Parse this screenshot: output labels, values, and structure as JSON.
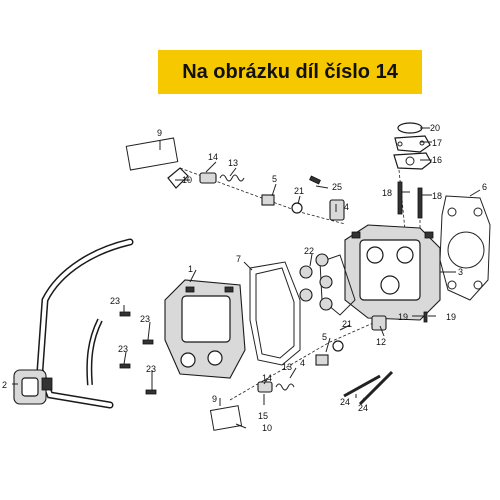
{
  "banner": {
    "text": "Na obrázku díl číslo 14",
    "background": "#f5c800"
  },
  "callouts": {
    "c1": "1",
    "c2": "2",
    "c3": "3",
    "c4a": "4",
    "c4b": "4",
    "c5a": "5",
    "c5b": "5",
    "c6": "6",
    "c7": "7",
    "c9a": "9",
    "c9b": "9",
    "c10a": "10",
    "c10b": "10",
    "c12": "12",
    "c13a": "13",
    "c13b": "13",
    "c14a": "14",
    "c14b": "14",
    "c15": "15",
    "c16": "16",
    "c17": "17",
    "c18a": "18",
    "c18b": "18",
    "c19a": "19",
    "c19b": "19",
    "c20": "20",
    "c21a": "21",
    "c21b": "21",
    "c22": "22",
    "c23a": "23",
    "c23b": "23",
    "c23c": "23",
    "c23d": "23",
    "c24a": "24",
    "c24b": "24",
    "c25": "25"
  }
}
